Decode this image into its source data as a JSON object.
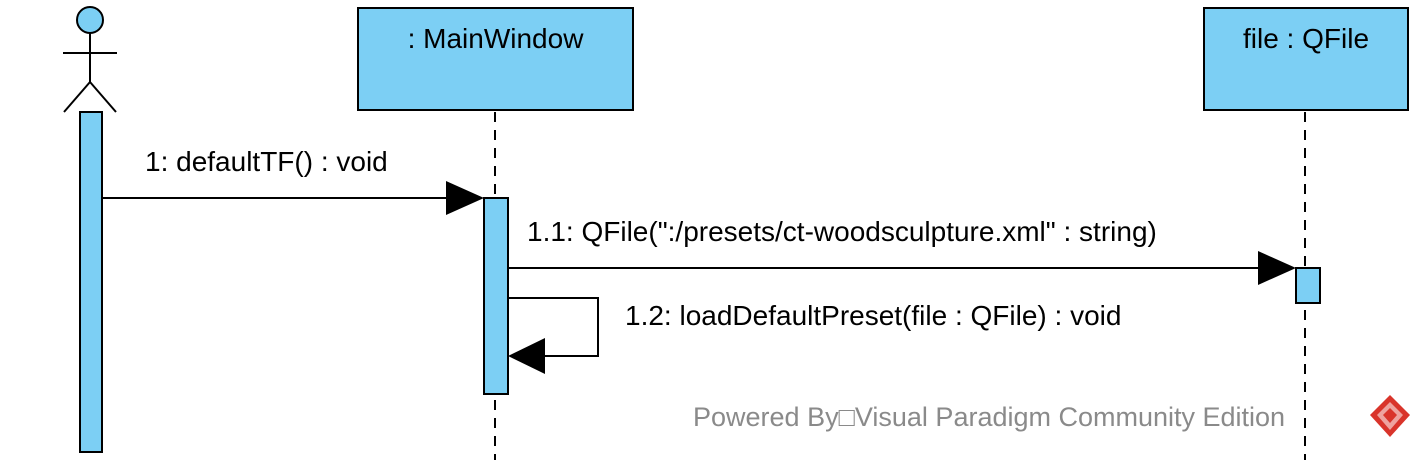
{
  "colors": {
    "fill": "#7ccff4",
    "stroke": "#000000",
    "watermark": "#8a8a8a",
    "logo_red": "#d9342b"
  },
  "lifelines": {
    "main_window": {
      "label": ": MainWindow"
    },
    "file": {
      "label": "file : QFile"
    }
  },
  "messages": {
    "m1": {
      "label": "1: defaultTF() : void"
    },
    "m11": {
      "label": "1.1: QFile(\":/presets/ct-woodsculpture.xml\" : string)"
    },
    "m12": {
      "label": "1.2: loadDefaultPreset(file : QFile) : void"
    }
  },
  "watermark": {
    "text": "Powered By□Visual Paradigm Community Edition",
    "logo_icon": "visual-paradigm-logo-icon"
  }
}
